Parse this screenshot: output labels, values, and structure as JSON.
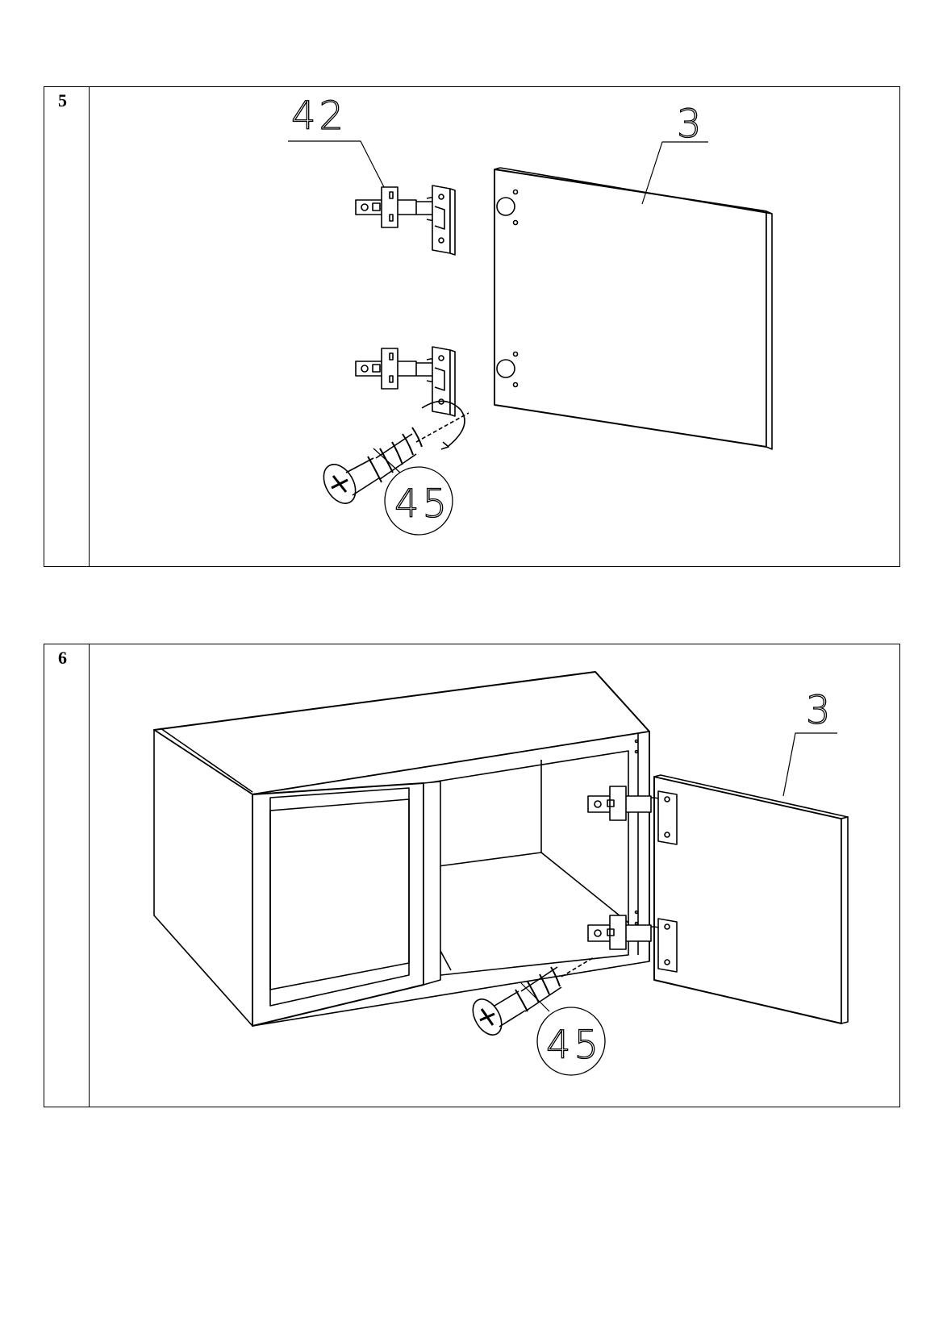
{
  "steps": [
    {
      "number": "5",
      "callouts": {
        "hinge": "42",
        "door": "3",
        "screw": "45"
      }
    },
    {
      "number": "6",
      "callouts": {
        "door": "3",
        "screw": "45"
      }
    }
  ],
  "colors": {
    "line": "#000000",
    "background": "#ffffff"
  }
}
